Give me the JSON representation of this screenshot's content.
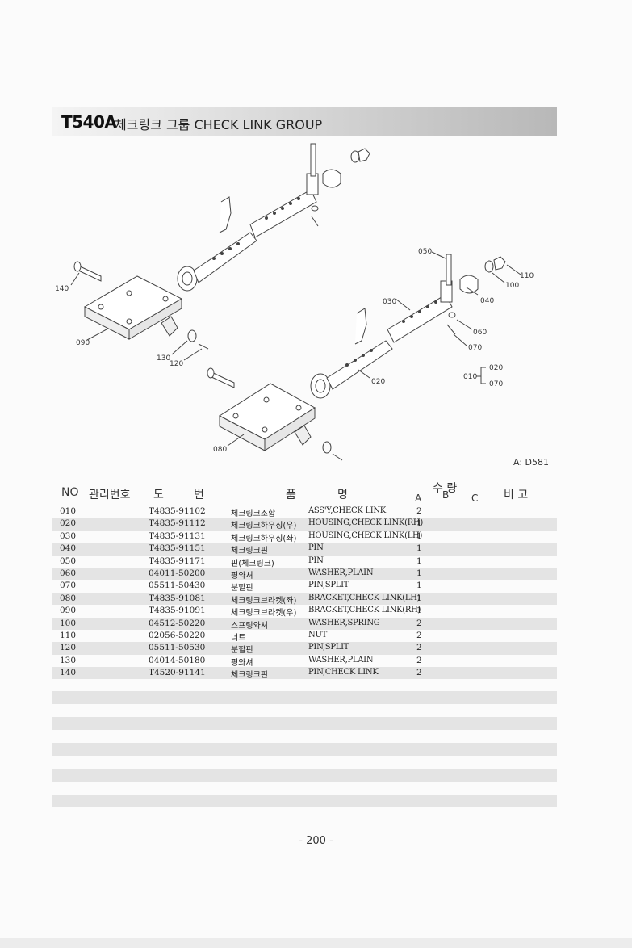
{
  "header": {
    "code": "T540A",
    "name": "체크링크 그룹  CHECK LINK GROUP"
  },
  "diagram": {
    "callouts": [
      "140",
      "090",
      "130",
      "120",
      "080",
      "050",
      "110",
      "100",
      "040",
      "030",
      "060",
      "070",
      "020",
      "010",
      "020",
      "070"
    ],
    "drawing_ref": "A: D581"
  },
  "table": {
    "headers": {
      "no": "NO",
      "mgmt": "관리번호",
      "do": "도",
      "beon": "번",
      "pum": "품",
      "myeong": "명",
      "qty": "수 량",
      "a": "A",
      "b": "B",
      "c": "C",
      "bigo": "비 고"
    },
    "rows": [
      {
        "no": "010",
        "pn": "T4835-91102",
        "kr": "체크링크조합",
        "en": "ASS'Y,CHECK LINK",
        "qa": "2"
      },
      {
        "no": "020",
        "pn": "T4835-91112",
        "kr": "체크링크하우징(우)",
        "en": "HOUSING,CHECK LINK(RH)",
        "qa": "1"
      },
      {
        "no": "030",
        "pn": "T4835-91131",
        "kr": "체크링크하우징(좌)",
        "en": "HOUSING,CHECK LINK(LH)",
        "qa": "1"
      },
      {
        "no": "040",
        "pn": "T4835-91151",
        "kr": "체크링크핀",
        "en": "PIN",
        "qa": "1"
      },
      {
        "no": "050",
        "pn": "T4835-91171",
        "kr": "핀(체크링크)",
        "en": "PIN",
        "qa": "1"
      },
      {
        "no": "060",
        "pn": "04011-50200",
        "kr": "평와셔",
        "en": "WASHER,PLAIN",
        "qa": "1"
      },
      {
        "no": "070",
        "pn": "05511-50430",
        "kr": "분할핀",
        "en": "PIN,SPLIT",
        "qa": "1"
      },
      {
        "no": "080",
        "pn": "T4835-91081",
        "kr": "체크링크브라켓(좌)",
        "en": "BRACKET,CHECK LINK(LH)",
        "qa": "1"
      },
      {
        "no": "090",
        "pn": "T4835-91091",
        "kr": "체크링크브라켓(우)",
        "en": "BRACKET,CHECK LINK(RH)",
        "qa": "1"
      },
      {
        "no": "100",
        "pn": "04512-50220",
        "kr": "스프링와셔",
        "en": "WASHER,SPRING",
        "qa": "2"
      },
      {
        "no": "110",
        "pn": "02056-50220",
        "kr": "너트",
        "en": "NUT",
        "qa": "2"
      },
      {
        "no": "120",
        "pn": "05511-50530",
        "kr": "분할핀",
        "en": "PIN,SPLIT",
        "qa": "2"
      },
      {
        "no": "130",
        "pn": "04014-50180",
        "kr": "평와셔",
        "en": "WASHER,PLAIN",
        "qa": "2"
      },
      {
        "no": "140",
        "pn": "T4520-91141",
        "kr": "체크링크핀",
        "en": "PIN,CHECK LINK",
        "qa": "2"
      }
    ]
  },
  "page_number": "- 200 -"
}
